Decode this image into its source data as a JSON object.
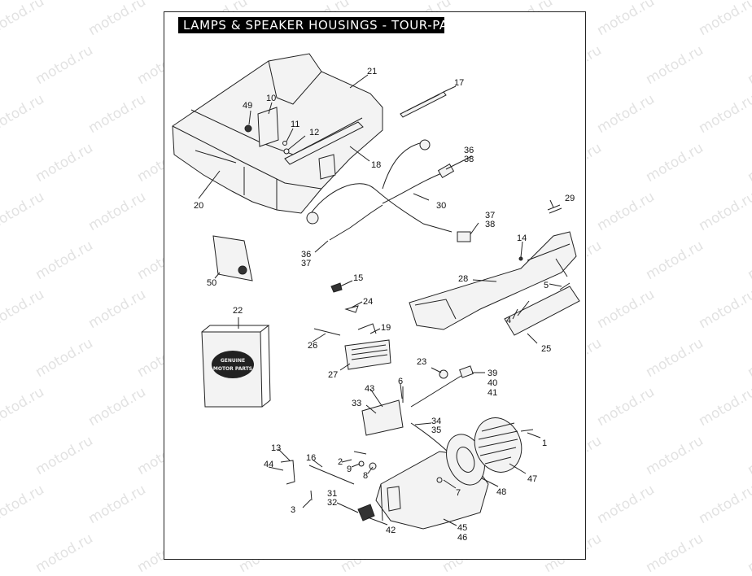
{
  "title": "LAMPS & SPEAKER HOUSINGS - TOUR-PAK",
  "watermark": "motod.ru",
  "badge": {
    "line1": "GENUINE",
    "line2": "MOTOR PARTS"
  },
  "callouts": {
    "c1": "1",
    "c2": "2",
    "c3": "3",
    "c4": "4",
    "c5": "5",
    "c6": "6",
    "c7": "7",
    "c8": "8",
    "c9": "9",
    "c10": "10",
    "c11": "11",
    "c12": "12",
    "c13": "13",
    "c14": "14",
    "c15": "15",
    "c16": "16",
    "c17": "17",
    "c18": "18",
    "c19": "19",
    "c20": "20",
    "c21": "21",
    "c22": "22",
    "c23": "23",
    "c24": "24",
    "c25": "25",
    "c26": "26",
    "c27": "27",
    "c28": "28",
    "c29": "29",
    "c30": "30",
    "c31": "31",
    "c32": "32",
    "c33": "33",
    "c34": "34",
    "c35": "35",
    "c36a": "36",
    "c38a": "38",
    "c37a": "37",
    "c38b": "38",
    "c36b": "36",
    "c37b": "37",
    "c39": "39",
    "c40": "40",
    "c41": "41",
    "c42": "42",
    "c43": "43",
    "c44": "44",
    "c45": "45",
    "c46": "46",
    "c47": "47",
    "c48": "48",
    "c49": "49",
    "c50": "50"
  }
}
